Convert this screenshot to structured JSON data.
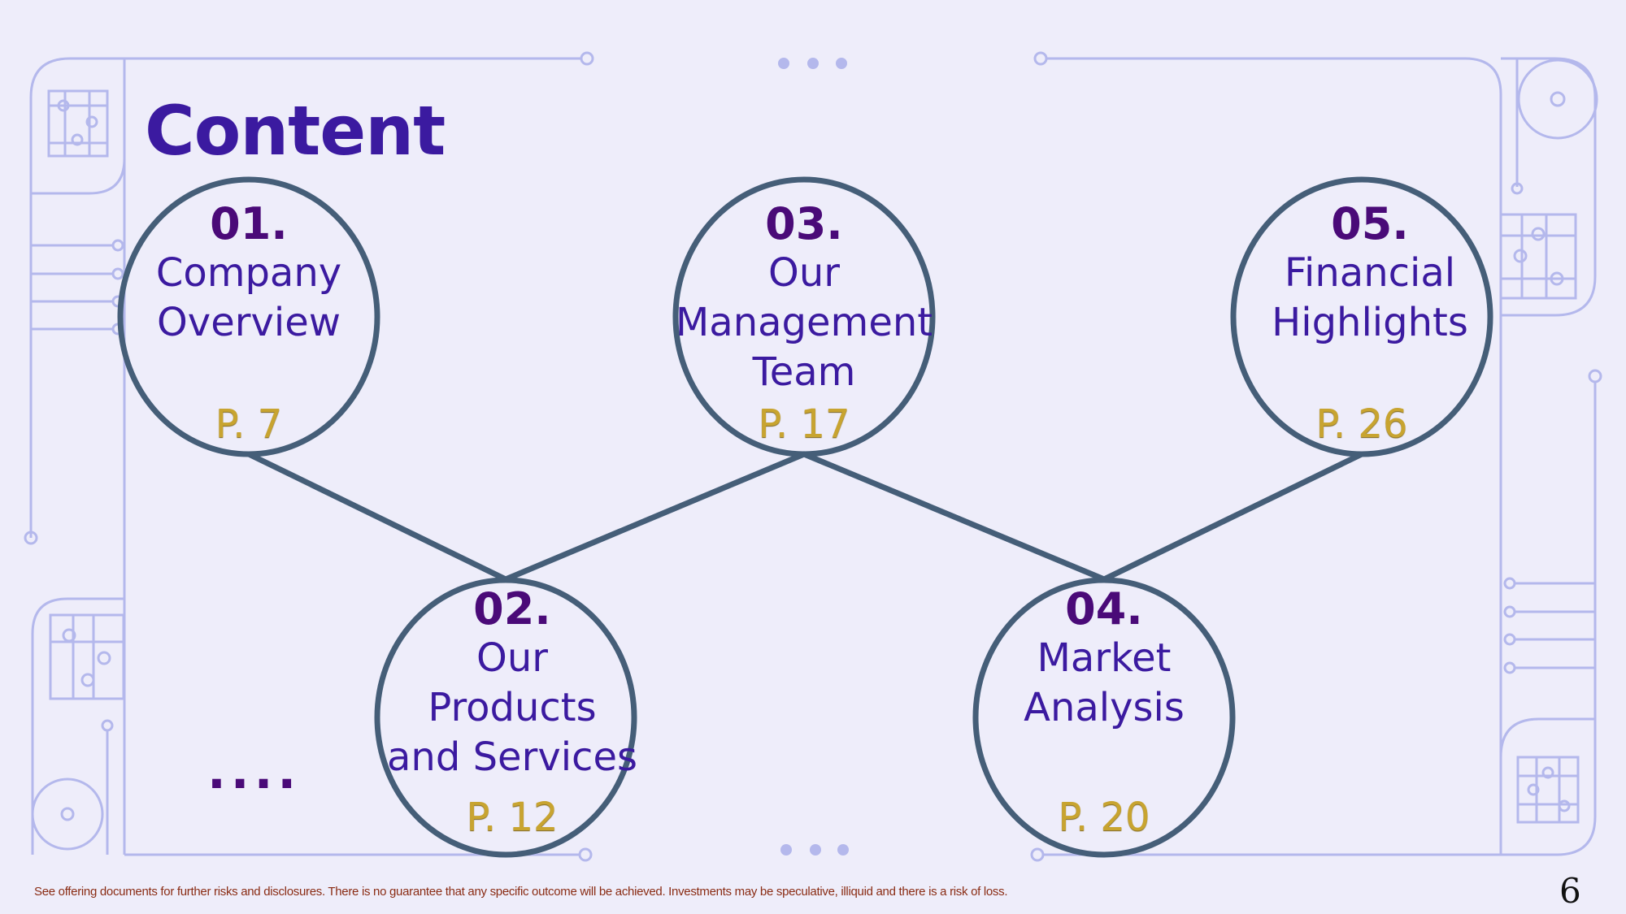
{
  "title": "Content",
  "items": [
    {
      "number": "01.",
      "lines": [
        "Company",
        "Overview"
      ],
      "page": "P. 7"
    },
    {
      "number": "02.",
      "lines": [
        "Our",
        "Products",
        "and Services"
      ],
      "page": "P. 12"
    },
    {
      "number": "03.",
      "lines": [
        "Our",
        "Management",
        "Team"
      ],
      "page": "P. 17"
    },
    {
      "number": "04.",
      "lines": [
        "Market",
        "Analysis"
      ],
      "page": "P. 20"
    },
    {
      "number": "05.",
      "lines": [
        "Financial",
        "Highlights"
      ],
      "page": "P. 26"
    }
  ],
  "ellipsis": "....",
  "footer": "See offering documents for further risks and disclosures. There is no guarantee that any specific outcome will be achieved. Investments may be speculative, illiquid and there is a risk of loss.",
  "page_number": "6",
  "colors": {
    "title": "#3b1aa0",
    "number": "#4a0a78",
    "circle": "#455e78",
    "page": "#c8a430",
    "decor": "#b4b8ec"
  }
}
